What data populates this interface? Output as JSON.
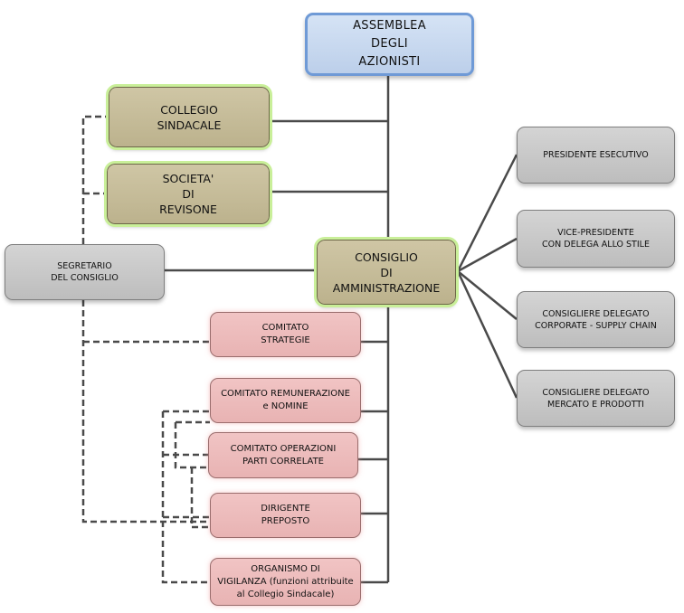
{
  "nodes": {
    "assemblea": "ASSEMBLEA\nDEGLI\nAZIONISTI",
    "collegio_sindacale": "COLLEGIO\nSINDACALE",
    "societa_revisione": "SOCIETA'\nDI\nREVISONE",
    "segretario": "SEGRETARIO\nDEL CONSIGLIO",
    "consiglio": "CONSIGLIO\nDI\nAMMINISTRAZIONE",
    "comitato_strategie": "COMITATO\nSTRATEGIE",
    "comitato_remunerazione": "COMITATO REMUNERAZIONE\ne NOMINE",
    "comitato_operazioni": "COMITATO OPERAZIONI\nPARTI CORRELATE",
    "dirigente_preposto": "DIRIGENTE\nPREPOSTO",
    "organismo_vigilanza": "ORGANISMO DI\nVIGILANZA (funzioni attribuite\nal Collegio Sindacale)",
    "presidente": "PRESIDENTE ESECUTIVO",
    "vice_presidente": "VICE-PRESIDENTE\nCON DELEGA ALLO STILE",
    "consigliere_corporate": "CONSIGLIERE DELEGATO\nCORPORATE - SUPPLY CHAIN",
    "consigliere_mercato": "CONSIGLIERE DELEGATO\nMERCATO E PRODOTTI"
  },
  "colors": {
    "blue": "#bccfea",
    "olive": "#bcb28d",
    "grey": "#bdbdbd",
    "pink": "#e8b3b3",
    "connector": "#4a4a4a"
  }
}
